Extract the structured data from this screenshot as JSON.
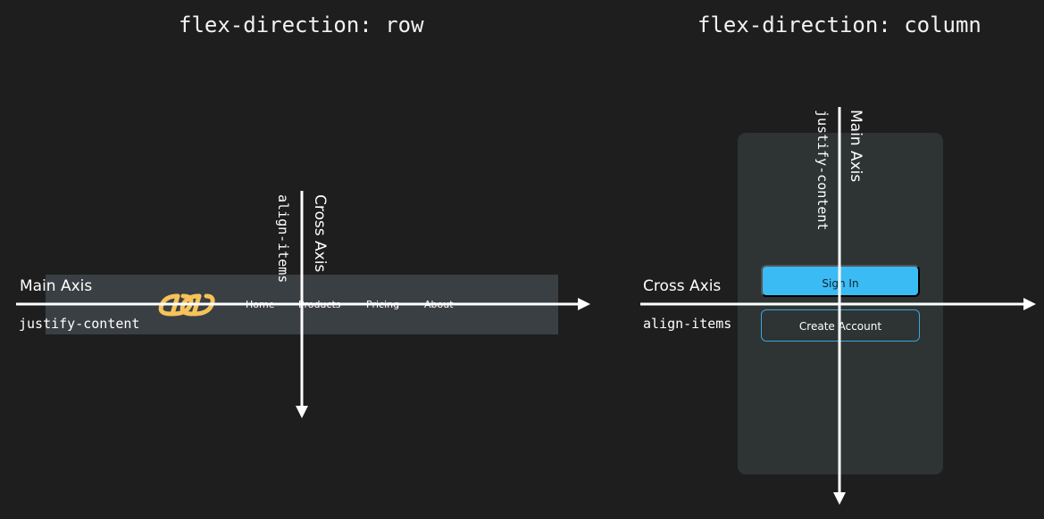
{
  "row_demo": {
    "heading": "flex-direction: row",
    "nav_items": [
      "Home",
      "Products",
      "Pricing",
      "About"
    ],
    "main_axis_label": "Main Axis",
    "main_axis_property": "justify-content",
    "cross_axis_label": "Cross Axis",
    "cross_axis_property": "align-items",
    "logo_icon": "chain-link-logo",
    "logo_color": "#f5c35a"
  },
  "column_demo": {
    "heading": "flex-direction: column",
    "primary_button": "Sign In",
    "secondary_button": "Create Account",
    "main_axis_label": "Main Axis",
    "main_axis_property": "justify-content",
    "cross_axis_label": "Cross Axis",
    "cross_axis_property": "align-items",
    "primary_color": "#3bbbf3"
  }
}
